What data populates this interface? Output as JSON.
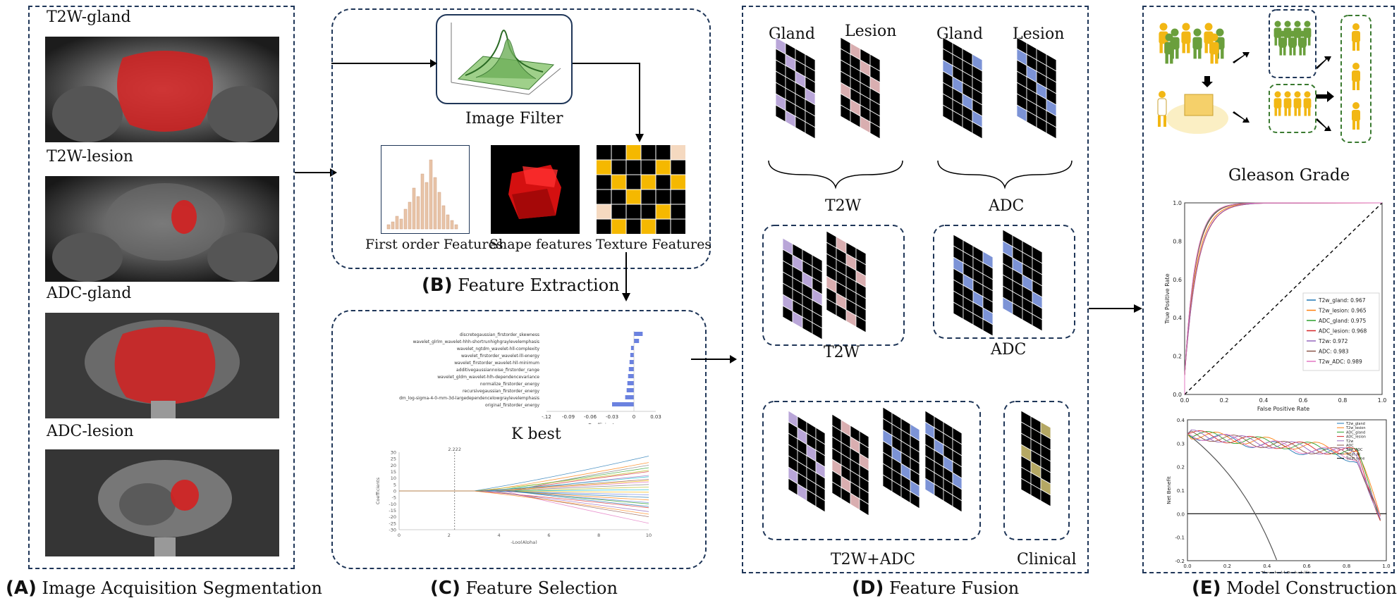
{
  "colors": {
    "box_border": "#1f3658",
    "mask_red": "#d42020",
    "texture_yellow": "#f5b800",
    "lavender": "#b9a6d8",
    "pink": "#d9aeb0",
    "blue": "#7c93d6",
    "olive": "#b5a864",
    "people_green": "#6a9f3c",
    "people_yellow": "#f2b714"
  },
  "panel_a": {
    "caption_letter": "(A)",
    "caption_text": "Image Acquisition Segmentation",
    "images": [
      {
        "label": "T2W-gland"
      },
      {
        "label": "T2W-lesion"
      },
      {
        "label": "ADC-gland"
      },
      {
        "label": "ADC-lesion"
      }
    ]
  },
  "panel_b": {
    "caption_letter": "(B)",
    "caption_text": "Feature Extraction",
    "image_filter_label": "Image Filter",
    "first_order_label": "First order Features",
    "shape_label": "Shape features",
    "texture_label": "Texture Features"
  },
  "panel_c": {
    "caption_letter": "(C)",
    "caption_text": "Feature Selection",
    "kbest_label": "K best",
    "bar_chart": {
      "features": [
        "discretegaussian_firstorder_skewness",
        "wavelet_glrlm_wavelet-hhh-shortrunhighgraylevelemphasis",
        "wavelet_ngtdm_wavelet-hll-complexity",
        "wavelet_firstorder_wavelet-lll-energy",
        "wavelet_firstorder_wavelet-hll-minimum",
        "additivegaussiannoise_firstorder_range",
        "wavelet_gldm_wavelet-hlh-dependencevariance",
        "normalize_firstorder_energy",
        "recursivegaussian_firstorder_energy",
        "dm_log-sigma-4-0-mm-3d-largedependencelowgraylevelemphasis",
        "original_firstorder_energy"
      ],
      "values": [
        0.012,
        0.007,
        -0.004,
        -0.005,
        -0.006,
        -0.007,
        -0.008,
        -0.009,
        -0.01,
        -0.012,
        -0.03
      ],
      "xticks": [
        "-.12",
        "-0.09",
        "-0.06",
        "-0.03",
        "0",
        "0.03"
      ],
      "xlabel": "Coefficient"
    },
    "lasso_plot": {
      "vline_label": "2.222",
      "yticks": [
        "30",
        "25",
        "20",
        "15",
        "10",
        "5",
        "0",
        "-5",
        "-10",
        "-15",
        "-20",
        "-25",
        "-30"
      ],
      "xticks": [
        "0",
        "2",
        "4",
        "6",
        "8",
        "10"
      ],
      "ylabel": "Coefficients",
      "xlabel": "-Log(Alpha)"
    }
  },
  "panel_d": {
    "caption_letter": "(D)",
    "caption_text": "Feature Fusion",
    "gland_label_1": "Gland",
    "lesion_label_1": "Lesion",
    "gland_label_2": "Gland",
    "lesion_label_2": "Lesion",
    "t2w_brace_label": "T2W",
    "adc_brace_label": "ADC",
    "t2w_box_label": "T2W",
    "adc_box_label": "ADC",
    "fusion_label": "T2W+ADC",
    "clinical_label": "Clinical"
  },
  "panel_e": {
    "caption_letter": "(E)",
    "caption_text": "Model Construction",
    "gleason_label": "Gleason Grade",
    "roc": {
      "xlabel": "False Positive Rate",
      "ylabel": "True Positive Rate",
      "ticks": [
        "0.0",
        "0.2",
        "0.4",
        "0.6",
        "0.8",
        "1.0"
      ],
      "legend": [
        {
          "name": "T2w_gland: 0.967",
          "color": "#1f77b4",
          "auc": 0.967
        },
        {
          "name": "T2w_lesion: 0.965",
          "color": "#ff7f0e",
          "auc": 0.965
        },
        {
          "name": "ADC_gland: 0.975",
          "color": "#2ca02c",
          "auc": 0.975
        },
        {
          "name": "ADC_lesion: 0.968",
          "color": "#d62728",
          "auc": 0.968
        },
        {
          "name": "T2w: 0.972",
          "color": "#9467bd",
          "auc": 0.972
        },
        {
          "name": "ADC: 0.983",
          "color": "#8c564b",
          "auc": 0.983
        },
        {
          "name": "T2w_ADC: 0.989",
          "color": "#e377c2",
          "auc": 0.989
        }
      ]
    },
    "dca": {
      "xlabel": "Threshold Probability",
      "ylabel": "Net Benefit",
      "xticks": [
        "0.0",
        "0.2",
        "0.4",
        "0.6",
        "0.8",
        "1.0"
      ],
      "yticks": [
        "0.4",
        "0.3",
        "0.2",
        "0.1",
        "0.0",
        "-0.1",
        "-0.2"
      ],
      "legend": [
        {
          "name": "T2w_gland",
          "color": "#1f77b4"
        },
        {
          "name": "T2w_lesion",
          "color": "#ff7f0e"
        },
        {
          "name": "ADC_gland",
          "color": "#2ca02c"
        },
        {
          "name": "ADC_lesion",
          "color": "#d62728"
        },
        {
          "name": "T2w",
          "color": "#9467bd"
        },
        {
          "name": "ADC",
          "color": "#8c564b"
        },
        {
          "name": "T2w_ADC",
          "color": "#e377c2"
        },
        {
          "name": "Treat all",
          "color": "#555555"
        },
        {
          "name": "Treat none",
          "color": "#000000"
        }
      ]
    }
  }
}
